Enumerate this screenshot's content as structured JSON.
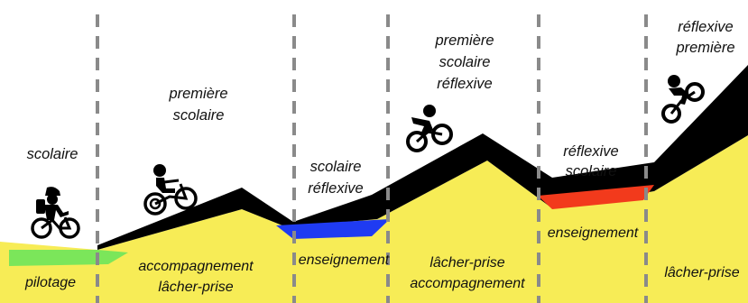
{
  "colors": {
    "ground": "#f7ec56",
    "road": "#000000",
    "pilotage_segment": "#7be65a",
    "enseignement_segment_1": "#1f3bf2",
    "enseignement_segment_2": "#f23a1c",
    "divider": "#8a8a8a"
  },
  "phases": [
    {
      "top_labels": [
        "scolaire"
      ],
      "bottom_labels": [
        "pilotage"
      ],
      "rider_icon": "child-on-bike-with-helmet-and-backpack-icon"
    },
    {
      "top_labels": [
        "première",
        "scolaire"
      ],
      "bottom_labels": [
        "accompagnement",
        "lâcher-prise"
      ],
      "rider_icon": "child-on-bike-with-training-wheels-icon"
    },
    {
      "top_labels": [
        "scolaire",
        "réflexive"
      ],
      "bottom_labels": [
        "enseignement"
      ],
      "rider_icon": ""
    },
    {
      "top_labels": [
        "première",
        "scolaire",
        "réflexive"
      ],
      "bottom_labels": [
        "lâcher-prise",
        "accompagnement"
      ],
      "rider_icon": "cyclist-riding-icon"
    },
    {
      "top_labels": [
        "réflexive",
        "scolaire"
      ],
      "bottom_labels": [
        "enseignement"
      ],
      "rider_icon": ""
    },
    {
      "top_labels": [
        "réflexive",
        "première"
      ],
      "bottom_labels": [
        "lâcher-prise"
      ],
      "rider_icon": "cyclist-climbing-icon"
    }
  ]
}
